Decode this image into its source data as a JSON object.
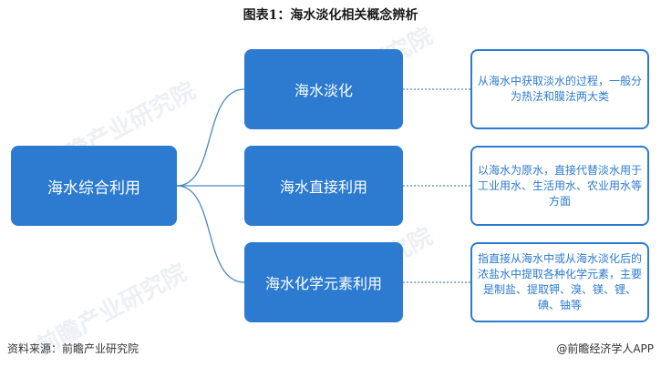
{
  "title": "图表1：海水淡化相关概念辨析",
  "root": {
    "label": "海水综合利用"
  },
  "branches": [
    {
      "label": "海水淡化",
      "description": "从海水中获取淡水的过程，一般分为热法和膜法两大类"
    },
    {
      "label": "海水直接利用",
      "description": "以海水为原水，直接代替淡水用于工业用水、生活用水、农业用水等方面"
    },
    {
      "label": "海水化学元素利用",
      "description": "指直接从海水中或从海水淡化后的浓盐水中提取各种化学元素，主要是制盐、提取钾、溴、镁、锂、碘、铀等"
    }
  ],
  "watermark": "前瞻产业研究院",
  "footer": {
    "source": "资料来源：前瞻产业研究院",
    "brand": "@前瞻经济学人APP"
  },
  "colors": {
    "box_fill": "#2c7bd0",
    "connector": "#4a86c5"
  }
}
